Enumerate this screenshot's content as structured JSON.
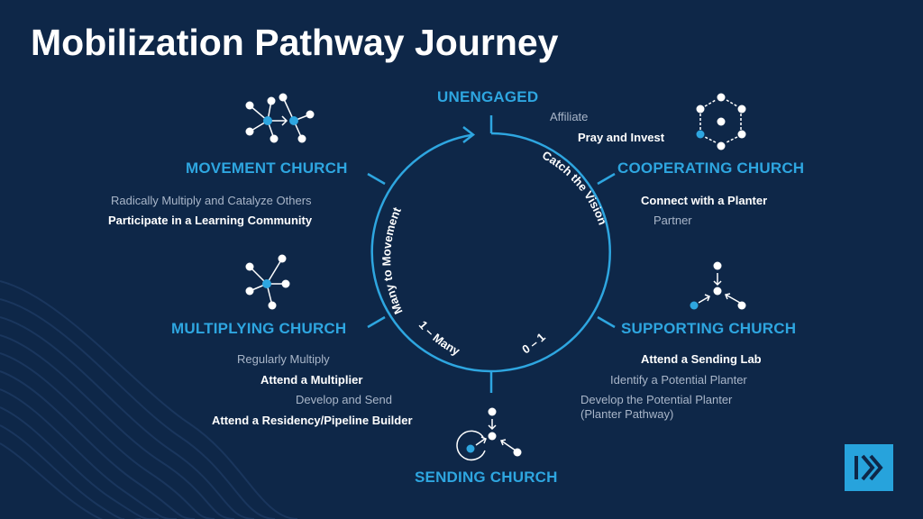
{
  "title": "Mobilization Pathway Journey",
  "colors": {
    "background": "#0e2748",
    "accent": "#2ea6e0",
    "text": "#ffffff",
    "muted": "#a9b6c9"
  },
  "stages": {
    "unengaged": {
      "name": "UNENGAGED",
      "steps": [
        "Affiliate",
        "Pray and Invest"
      ]
    },
    "cooperating": {
      "name": "COOPERATING CHURCH",
      "steps": [
        "Connect with a Planter",
        "Partner"
      ]
    },
    "supporting": {
      "name": "SUPPORTING CHURCH",
      "steps": [
        "Attend a Sending Lab",
        "Identify a Potential Planter",
        "Develop the Potential Planter",
        "(Planter Pathway)"
      ]
    },
    "sending": {
      "name": "SENDING CHURCH"
    },
    "multiplying": {
      "name": "MULTIPLYING CHURCH",
      "steps": [
        "Regularly Multiply",
        "Attend a Multiplier",
        "Develop and Send",
        "Attend a Residency/Pipeline Builder"
      ]
    },
    "movement": {
      "name": "MOVEMENT CHURCH",
      "steps": [
        "Radically Multiply and Catalyze Others",
        "Participate in a Learning Community"
      ]
    }
  },
  "cycle_labels": {
    "catch_vision": "Catch the Vision",
    "zero_one": "0 – 1",
    "one_many": "1 – Many",
    "many_movement": "Many to Movement"
  },
  "icons": [
    "network-movement-icon",
    "hexagon-cluster-icon",
    "converge-arrows-icon",
    "send-arrows-icon",
    "hub-network-icon",
    "forward-logo-icon"
  ]
}
